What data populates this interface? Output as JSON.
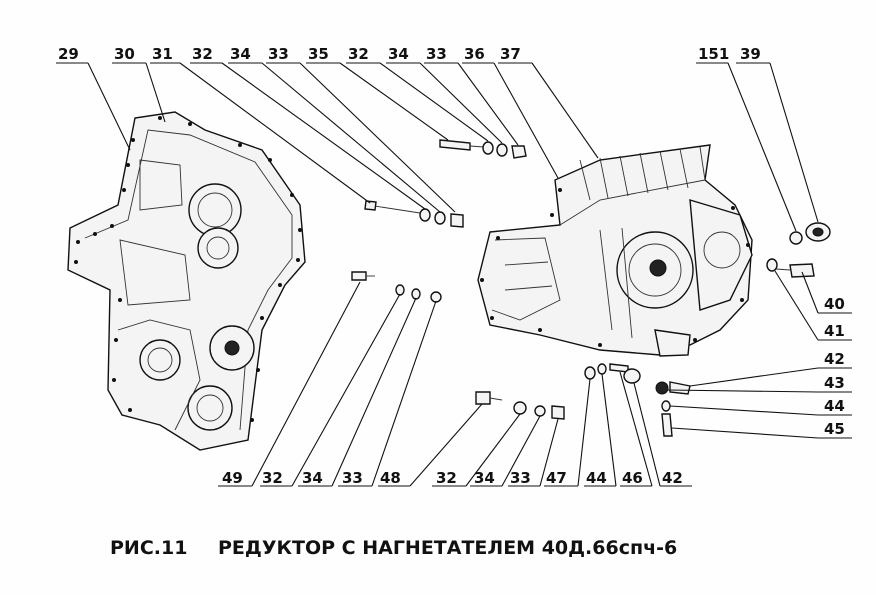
{
  "caption": {
    "figure": "РИС.11",
    "title": "РЕДУКТОР С НАГНЕТАТЕЛЕМ 40Д.66спч-6"
  },
  "callouts_top": [
    "29",
    "30",
    "31",
    "32",
    "34",
    "33",
    "35",
    "32",
    "34",
    "33",
    "36",
    "37",
    "151",
    "39"
  ],
  "callouts_right": [
    "40",
    "41",
    "42",
    "43",
    "44",
    "45"
  ],
  "callouts_bottom": [
    "49",
    "32",
    "34",
    "33",
    "48",
    "32",
    "34",
    "33",
    "47",
    "44",
    "46",
    "42"
  ]
}
